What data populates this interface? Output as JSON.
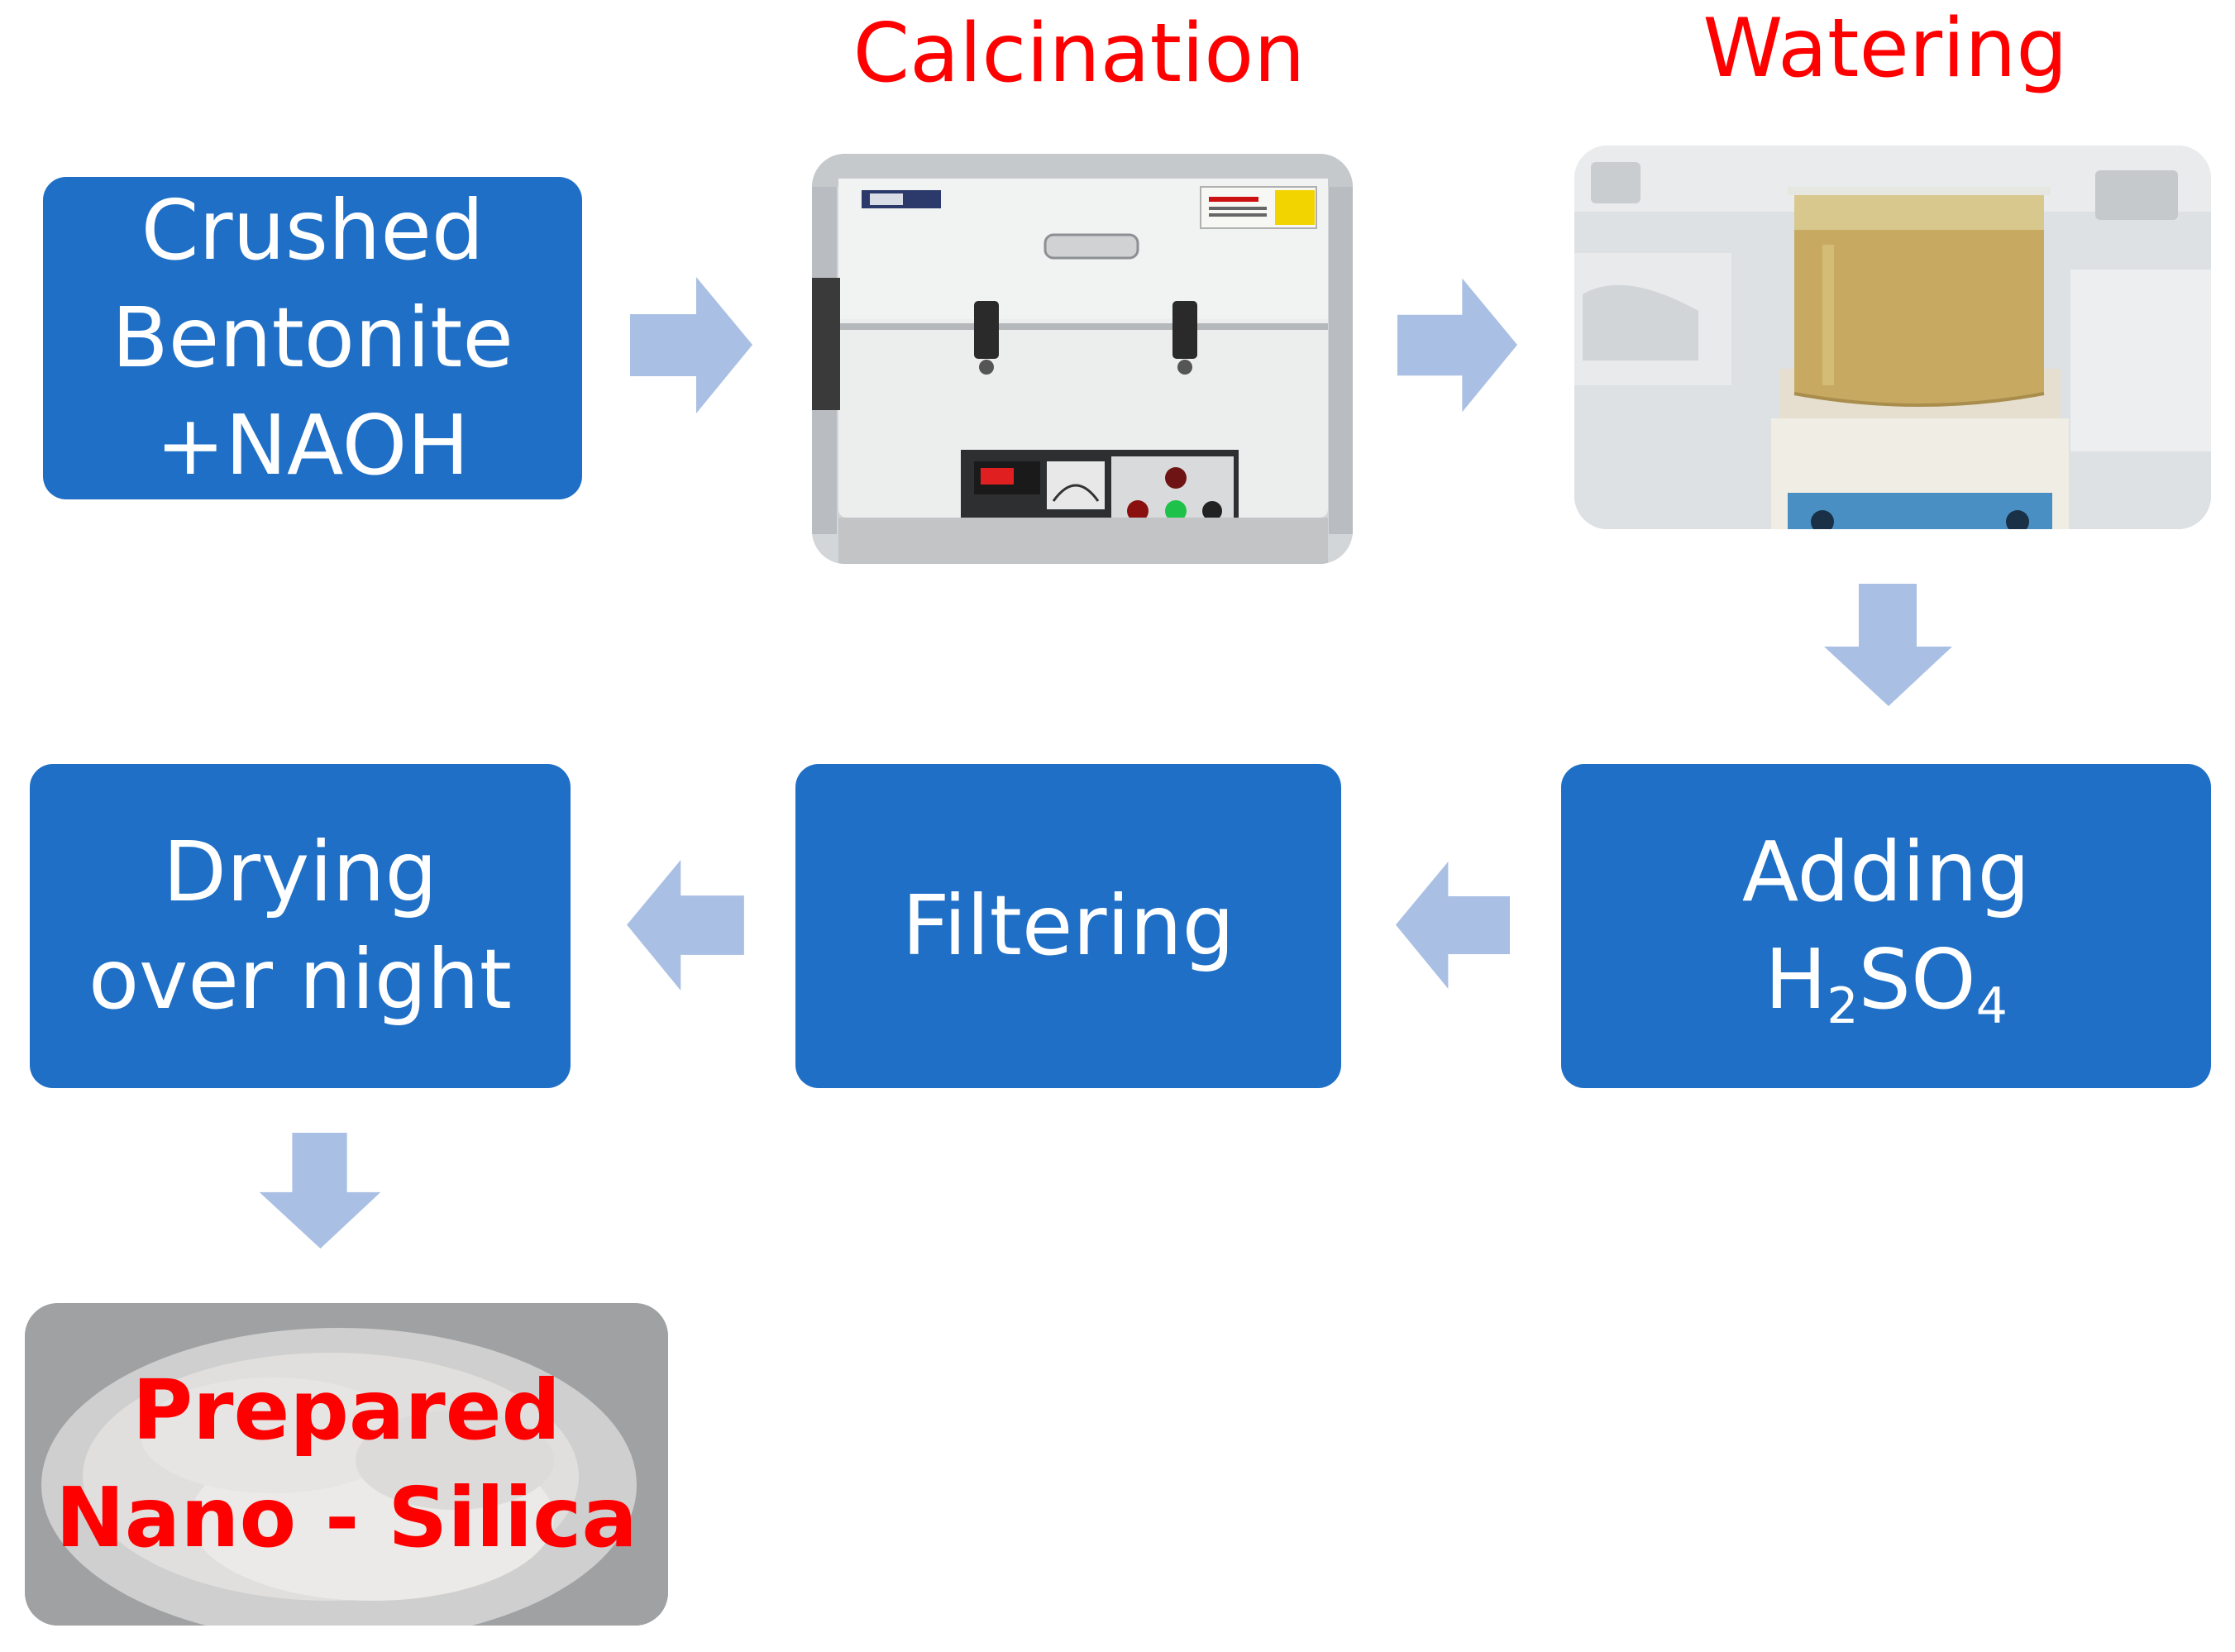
{
  "steps": {
    "crushed": {
      "lines": [
        "Crushed",
        "Bentonite",
        "+NAOH"
      ]
    },
    "calcination": {
      "heading": "Calcination"
    },
    "watering": {
      "heading": "Watering"
    },
    "adding": {
      "line1": "Adding",
      "formula": {
        "h": "H",
        "h_sub": "2",
        "so": "SO",
        "so_sub": "4"
      }
    },
    "filtering": {
      "label": "Filtering"
    },
    "drying": {
      "lines": [
        "Drying",
        "over night"
      ]
    },
    "final": {
      "lines": [
        "Prepared",
        "Nano - Silica"
      ]
    }
  },
  "colors": {
    "box_fill": "#1f6fc6",
    "box_text": "#ffffff",
    "heading_text": "#ff0000",
    "arrow_fill": "#a9bfe3"
  },
  "icons": {
    "arrow": "block-arrow-icon",
    "furnace": "tube-furnace-photo",
    "beaker": "beaker-on-stirrer-photo",
    "powder": "silica-powder-photo"
  }
}
